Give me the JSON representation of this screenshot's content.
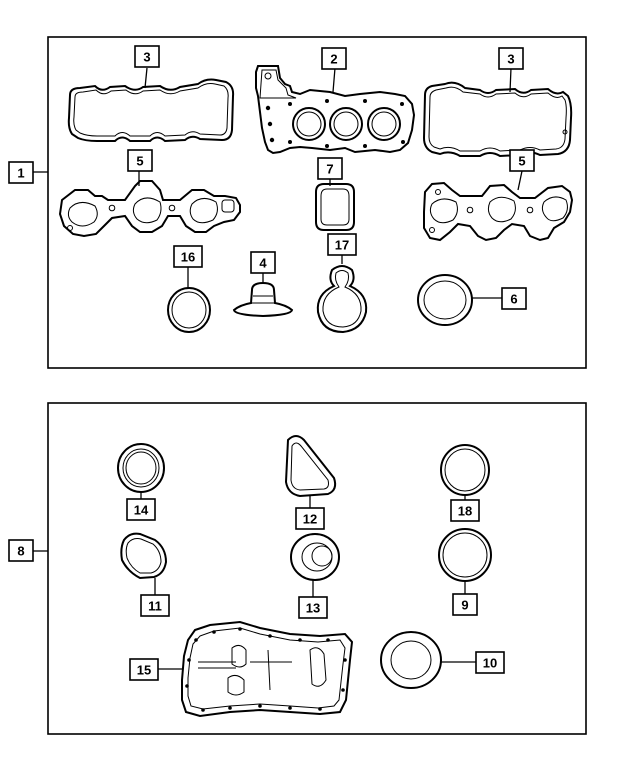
{
  "callouts": {
    "c1": "1",
    "c2": "2",
    "c3a": "3",
    "c3b": "3",
    "c4": "4",
    "c5a": "5",
    "c5b": "5",
    "c6": "6",
    "c7": "7",
    "c8": "8",
    "c9": "9",
    "c10": "10",
    "c11": "11",
    "c12": "12",
    "c13": "13",
    "c14": "14",
    "c15": "15",
    "c16": "16",
    "c17": "17",
    "c18": "18"
  }
}
